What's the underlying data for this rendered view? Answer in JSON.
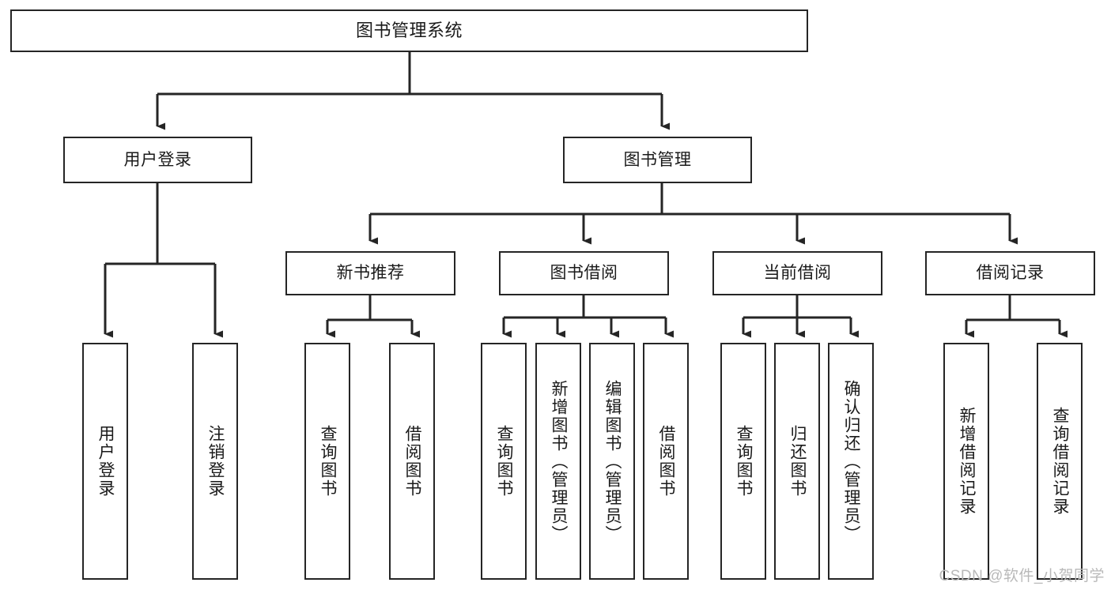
{
  "diagram": {
    "title": "图书管理系统",
    "watermark": "CSDN @软件_小贺同学",
    "colors": {
      "background": "#ffffff",
      "box_border": "#252525",
      "edge": "#252525",
      "text": "#1a1a1a",
      "watermark": "#b9b9b9"
    },
    "levels": {
      "root": "图书管理系统",
      "level2": [
        "用户登录",
        "图书管理"
      ],
      "level3": [
        "新书推荐",
        "图书借阅",
        "当前借阅",
        "借阅记录"
      ]
    },
    "nodes": {
      "root": {
        "label": "图书管理系统"
      },
      "user_login": {
        "label": "用户登录"
      },
      "book_manage": {
        "label": "图书管理"
      },
      "new_book_rec": {
        "label": "新书推荐"
      },
      "book_borrow": {
        "label": "图书借阅"
      },
      "current_borrow": {
        "label": "当前借阅"
      },
      "borrow_record": {
        "label": "借阅记录"
      },
      "leaf_user_login": {
        "label": "用户登录"
      },
      "leaf_logout": {
        "label": "注销登录"
      },
      "leaf_query_book_rec": {
        "label": "查询图书"
      },
      "leaf_borrow_book_rec": {
        "label": "借阅图书"
      },
      "leaf_query_book_borrow": {
        "label": "查询图书"
      },
      "leaf_add_book": {
        "label": "新增图书（管理员）"
      },
      "leaf_edit_book": {
        "label": "编辑图书（管理员）"
      },
      "leaf_borrow_book": {
        "label": "借阅图书"
      },
      "leaf_query_book_current": {
        "label": "查询图书"
      },
      "leaf_return_book": {
        "label": "归还图书"
      },
      "leaf_confirm_return": {
        "label": "确认归还（管理员）"
      },
      "leaf_add_record": {
        "label": "新增借阅记录"
      },
      "leaf_query_record": {
        "label": "查询借阅记录"
      }
    }
  }
}
